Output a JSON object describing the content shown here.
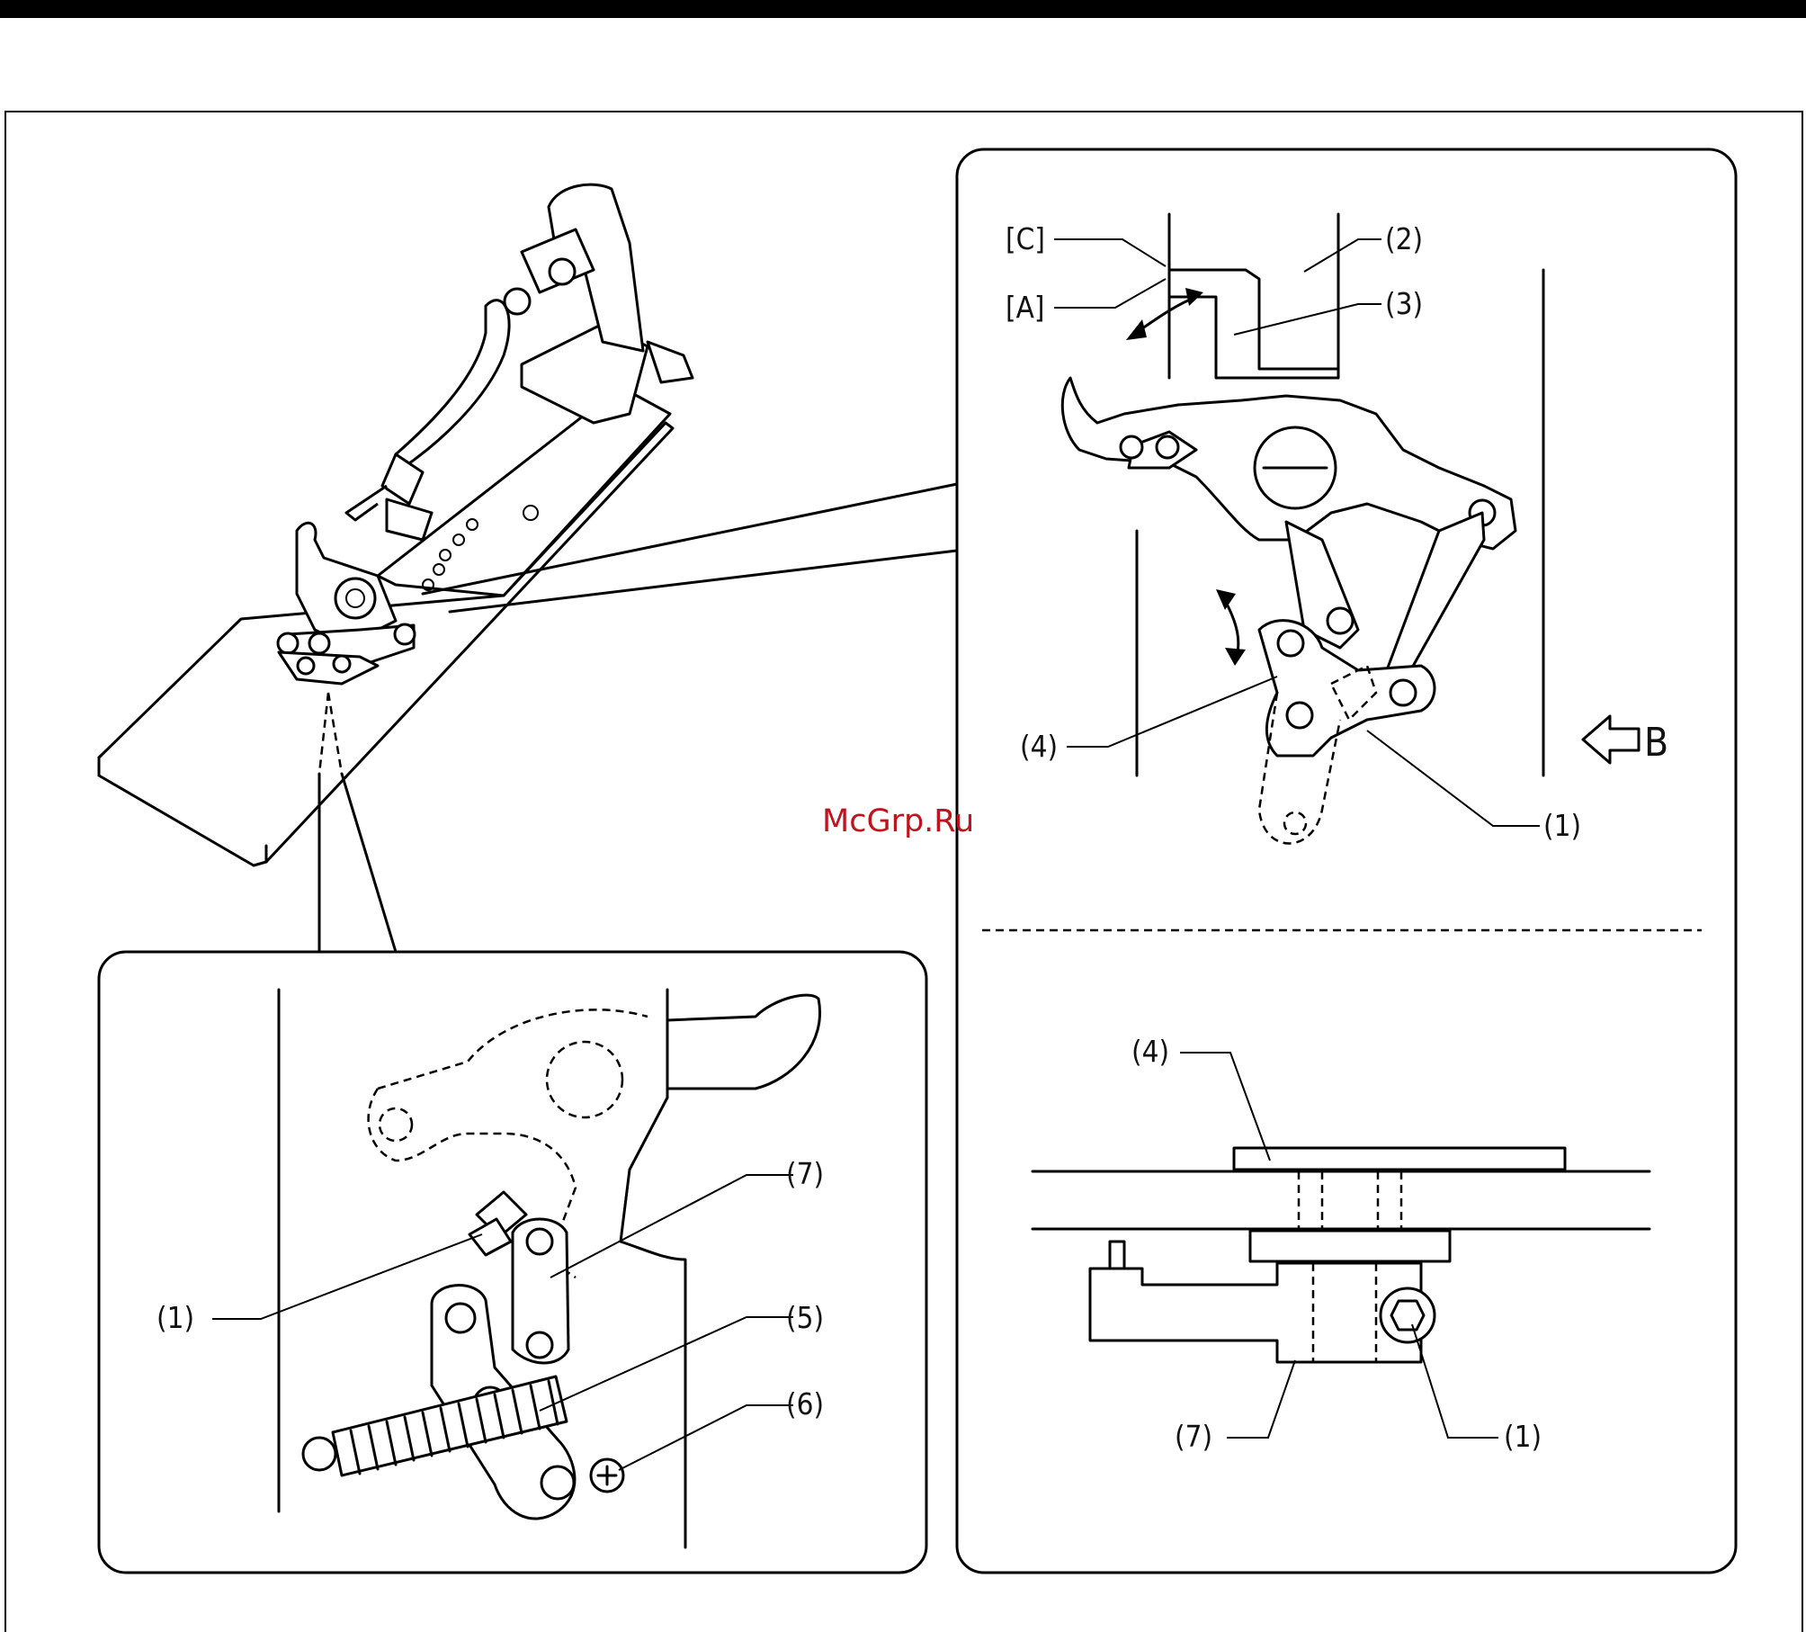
{
  "watermark": "McGrp.Ru",
  "callouts": {
    "top_right": {
      "c_label": "[C]",
      "a_label": "[A]",
      "part_2": "(2)",
      "part_3": "(3)",
      "part_4": "(4)",
      "part_1": "(1)",
      "view_b": "B"
    },
    "bottom_left": {
      "part_1": "(1)",
      "part_7": "(7)",
      "part_5": "(5)",
      "part_6": "(6)"
    },
    "bottom_right": {
      "part_4": "(4)",
      "part_7": "(7)",
      "part_1": "(1)"
    }
  }
}
